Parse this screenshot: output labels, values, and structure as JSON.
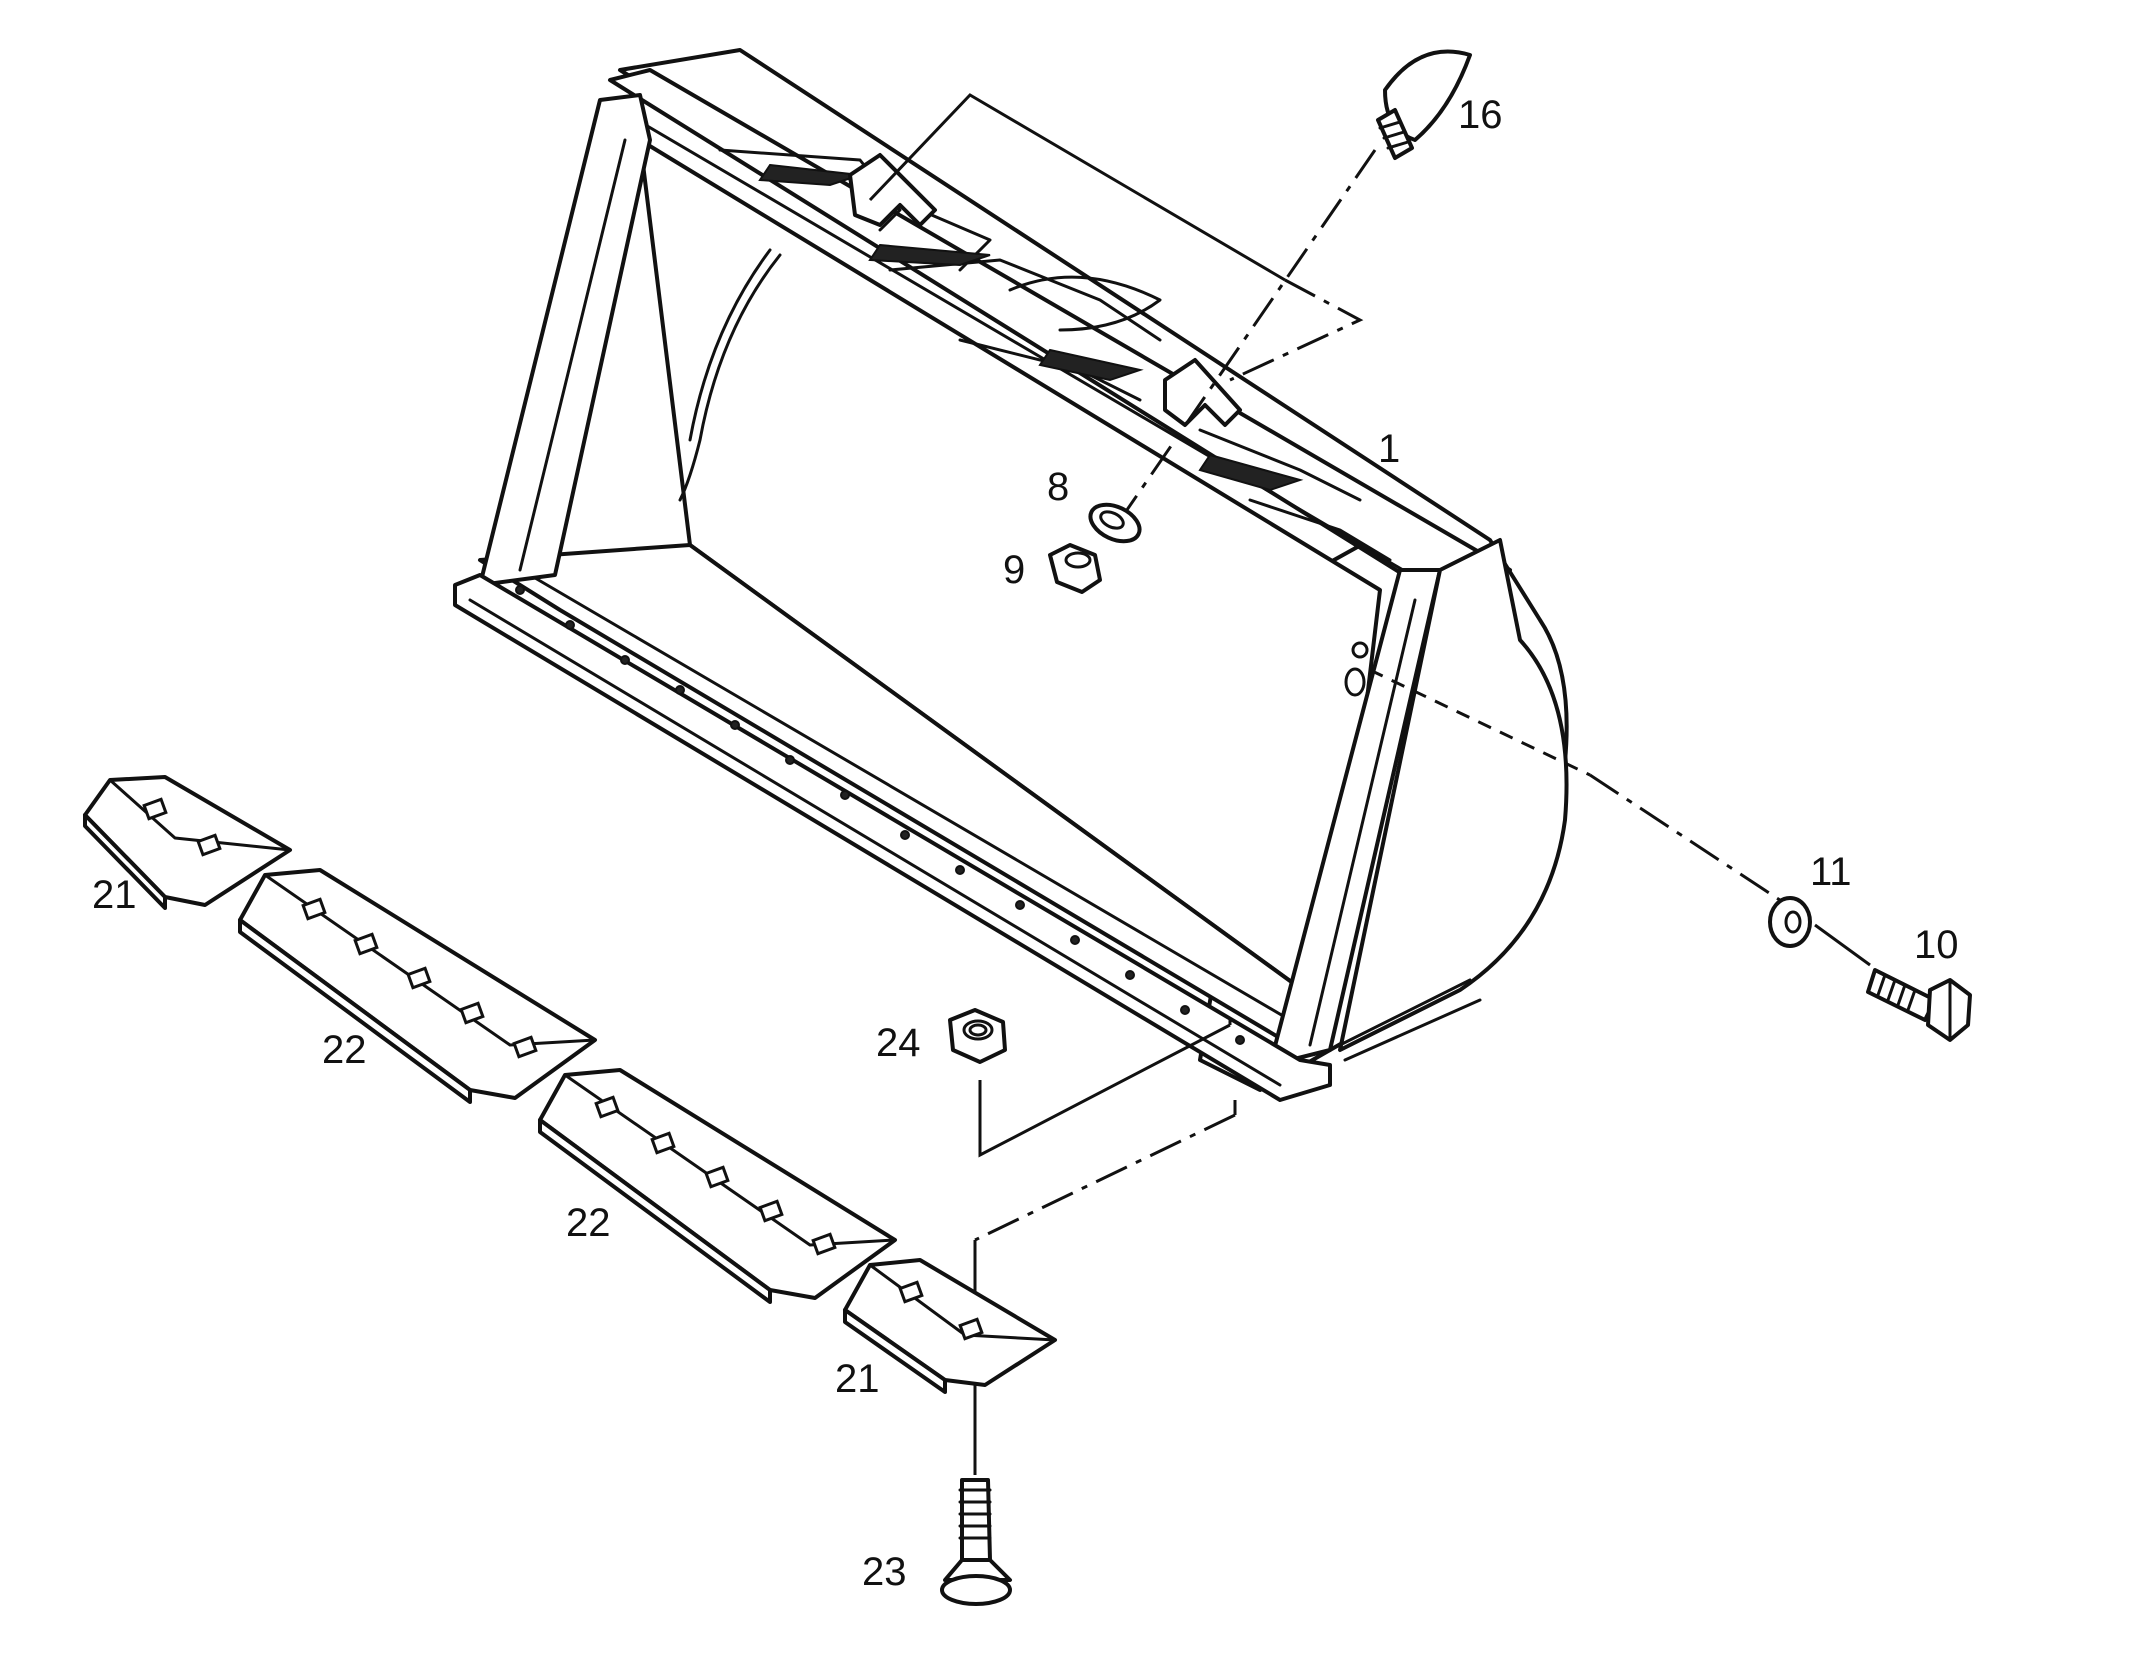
{
  "callouts": {
    "p1": "1",
    "p8": "8",
    "p9": "9",
    "p10": "10",
    "p11": "11",
    "p16": "16",
    "p21a": "21",
    "p21b": "21",
    "p22a": "22",
    "p22b": "22",
    "p23": "23",
    "p24": "24"
  }
}
